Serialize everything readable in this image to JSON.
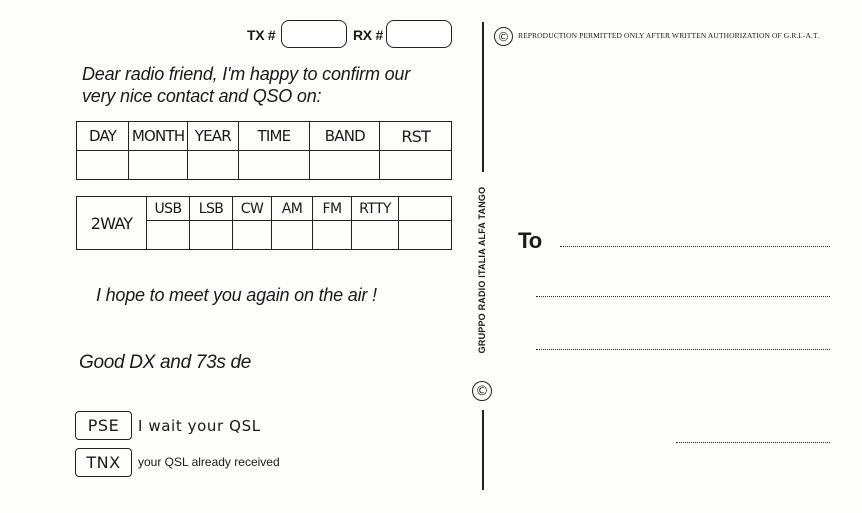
{
  "card": {
    "tx_label": "TX #",
    "rx_label": "RX #",
    "greeting": [
      "Dear radio friend, I'm happy to confirm our",
      "very nice contact and QSO on:"
    ],
    "qso_headers": [
      "DAY",
      "MONTH",
      "YEAR",
      "TIME",
      "BAND",
      "RST"
    ],
    "two_way_label": "2WAY",
    "modes": [
      "USB",
      "LSB",
      "CW",
      "AM",
      "FM",
      "RTTY",
      ""
    ],
    "hope_line": "I hope to meet you again on the air !",
    "good_dx": "Good DX and 73s de",
    "pse_label": "PSE",
    "pse_text": "I wait your QSL",
    "tnx_label": "TNX",
    "tnx_text": "your QSL already received"
  },
  "right": {
    "copyright_symbol": "©",
    "copyright_notice": "REPRODUCTION PERMITTED ONLY AFTER WRITTEN AUTHORIZATION OF G.R.I.-A.T.",
    "vertical_text": "GRUPPO RADIO ITALIA ALFA TANGO",
    "to_label": "To"
  },
  "colors": {
    "ink": "#1a1a1a",
    "paper": "#fdfdfb"
  }
}
